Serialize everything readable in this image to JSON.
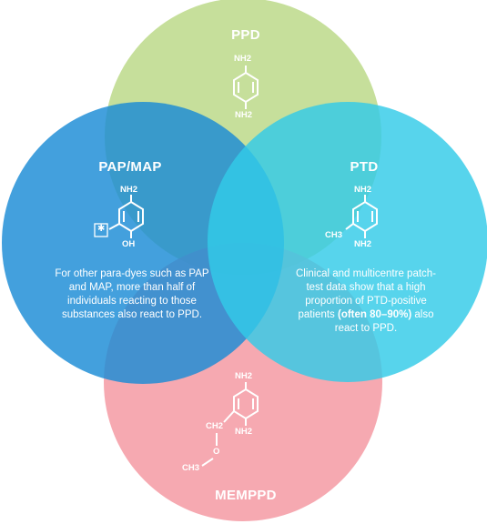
{
  "circles": {
    "ppd": {
      "title": "PPD",
      "color": "#bcd98a",
      "substituents": {
        "top": "NH2",
        "bottom": "NH2"
      }
    },
    "pap_map": {
      "title": "PAP/MAP",
      "color": "#2596da",
      "substituents": {
        "top": "NH2",
        "bottom": "OH"
      },
      "description": "For other para-dyes such as PAP and MAP, more than half of individuals reacting to those substances also react to PPD."
    },
    "ptd": {
      "title": "PTD",
      "color": "#3dd0ea",
      "substituents": {
        "top": "NH2",
        "side": "CH3",
        "bottom": "NH2"
      },
      "description_before": "Clinical and multicentre patch-test data show that a high proportion of PTD-positive patients ",
      "description_bold": "(often 80–90%)",
      "description_after": " also react to PPD."
    },
    "memppd": {
      "title": "MEMPPD",
      "color": "#f59aa3",
      "substituents": {
        "top": "NH2",
        "bottom": "NH2",
        "chain_1": "CH2",
        "chain_2": "O",
        "chain_3": "CH3"
      }
    }
  },
  "markers": {
    "star_box": "asterisk-icon"
  }
}
